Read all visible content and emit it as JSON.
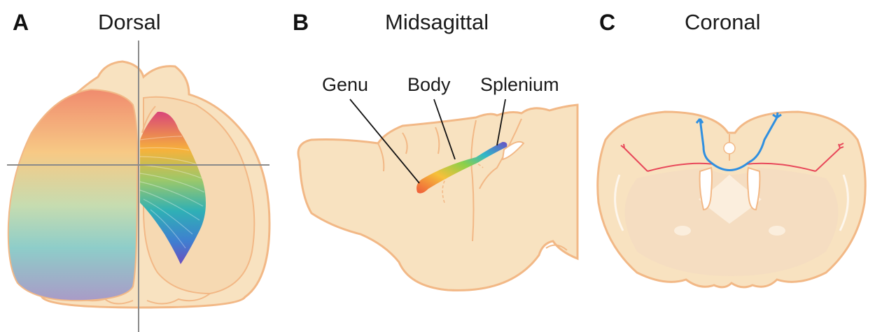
{
  "panels": {
    "a": {
      "letter": "A",
      "title": "Dorsal"
    },
    "b": {
      "letter": "B",
      "title": "Midsagittal",
      "labels": {
        "genu": "Genu",
        "body": "Body",
        "splenium": "Splenium"
      }
    },
    "c": {
      "letter": "C",
      "title": "Coronal"
    }
  },
  "colors": {
    "tissue_fill": "#f8e2c0",
    "tissue_outline": "#f2b886",
    "axis_line": "#8a8a8a",
    "callosal_pathway": "#2f8fe0",
    "cortical_pathway": "#e8485a"
  }
}
